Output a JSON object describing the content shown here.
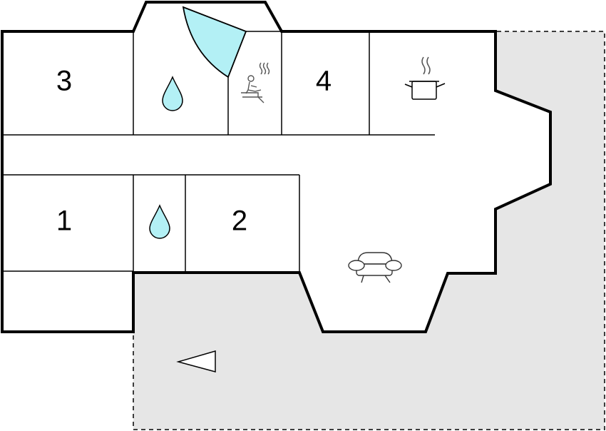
{
  "floorplan": {
    "rooms": [
      {
        "id": "bedroom-3",
        "label": "3"
      },
      {
        "id": "bedroom-4",
        "label": "4"
      },
      {
        "id": "bedroom-1",
        "label": "1"
      },
      {
        "id": "bedroom-2",
        "label": "2"
      }
    ],
    "icons": {
      "bathroom_top": "water-drop-icon",
      "bathroom_bottom": "water-drop-icon",
      "sauna": "sauna-icon",
      "kitchen": "cooking-pot-icon",
      "living": "armchair-icon",
      "whirlpool": "pool-icon",
      "north": "direction-arrow-icon"
    },
    "colors": {
      "wall": "#000000",
      "terrace": "#e6e6e6",
      "water": "#b3f0f5",
      "icon_gray": "#555555"
    }
  }
}
